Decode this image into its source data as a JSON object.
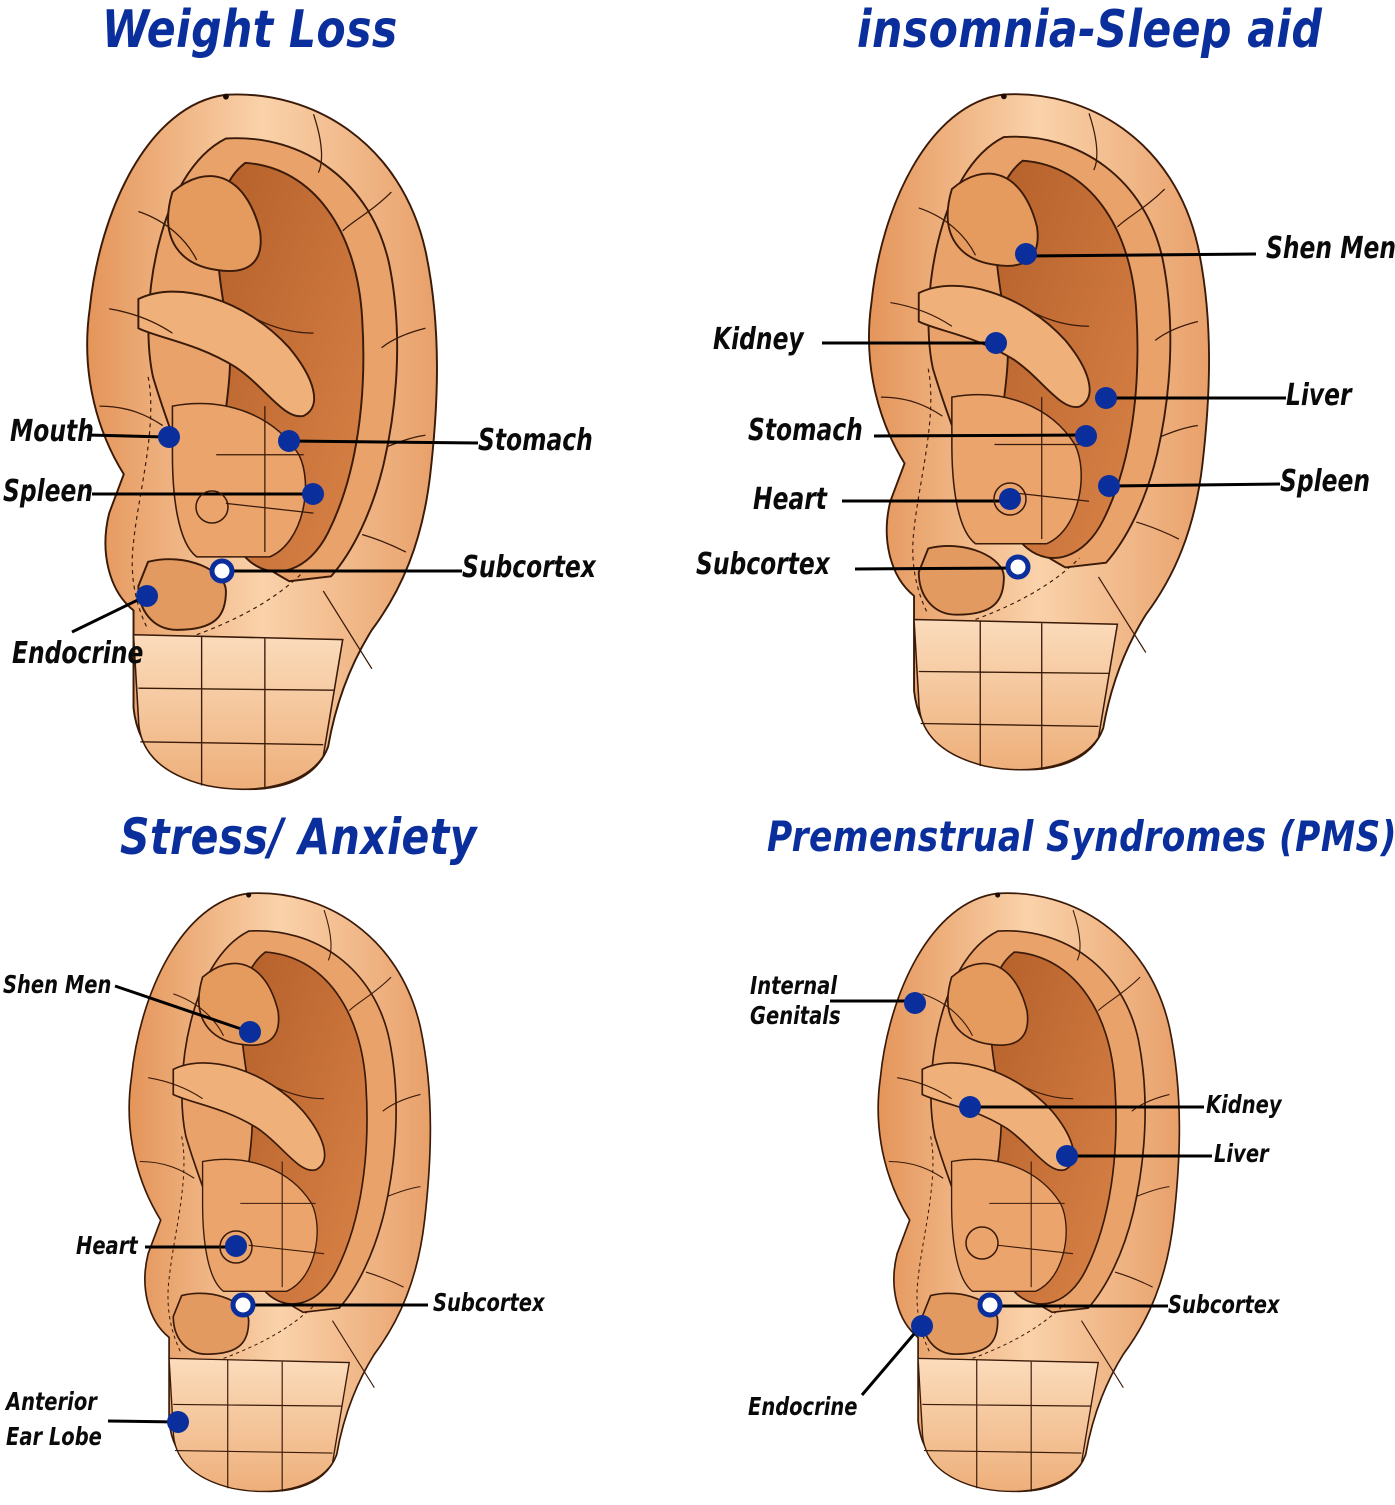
{
  "colors": {
    "title": "#0a2f9c",
    "point": "#0a2f9c",
    "skin_light": "#f6c79a",
    "skin_mid": "#e49a5c",
    "skin_dark": "#c8702f",
    "line": "#3a1a08",
    "label": "#0a0a0a"
  },
  "panels": [
    {
      "id": "weight-loss",
      "title": "Weight Loss",
      "points": [
        {
          "label": "Mouth",
          "type": "solid"
        },
        {
          "label": "Stomach",
          "type": "solid"
        },
        {
          "label": "Spleen",
          "type": "solid"
        },
        {
          "label": "Subcortex",
          "type": "ring"
        },
        {
          "label": "Endocrine",
          "type": "solid"
        }
      ]
    },
    {
      "id": "insomnia",
      "title": "insomnia-Sleep aid",
      "points": [
        {
          "label": "Shen Men",
          "type": "solid"
        },
        {
          "label": "Kidney",
          "type": "solid"
        },
        {
          "label": "Liver",
          "type": "solid"
        },
        {
          "label": "Stomach",
          "type": "solid"
        },
        {
          "label": "Spleen",
          "type": "solid"
        },
        {
          "label": "Heart",
          "type": "solid"
        },
        {
          "label": "Subcortex",
          "type": "ring"
        }
      ]
    },
    {
      "id": "stress-anxiety",
      "title": "Stress/ Anxiety",
      "points": [
        {
          "label": "Shen Men",
          "type": "solid"
        },
        {
          "label": "Heart",
          "type": "solid"
        },
        {
          "label": "Subcortex",
          "type": "ring"
        },
        {
          "label": "Anterior",
          "label2": "Ear Lobe",
          "type": "solid"
        }
      ]
    },
    {
      "id": "pms",
      "title": "Premenstrual   Syndromes (PMS)",
      "points": [
        {
          "label": "Internal",
          "label2": "Genitals",
          "type": "solid"
        },
        {
          "label": "Kidney",
          "type": "solid"
        },
        {
          "label": "Liver",
          "type": "solid"
        },
        {
          "label": "Subcortex",
          "type": "ring"
        },
        {
          "label": "Endocrine",
          "type": "solid"
        }
      ]
    }
  ]
}
